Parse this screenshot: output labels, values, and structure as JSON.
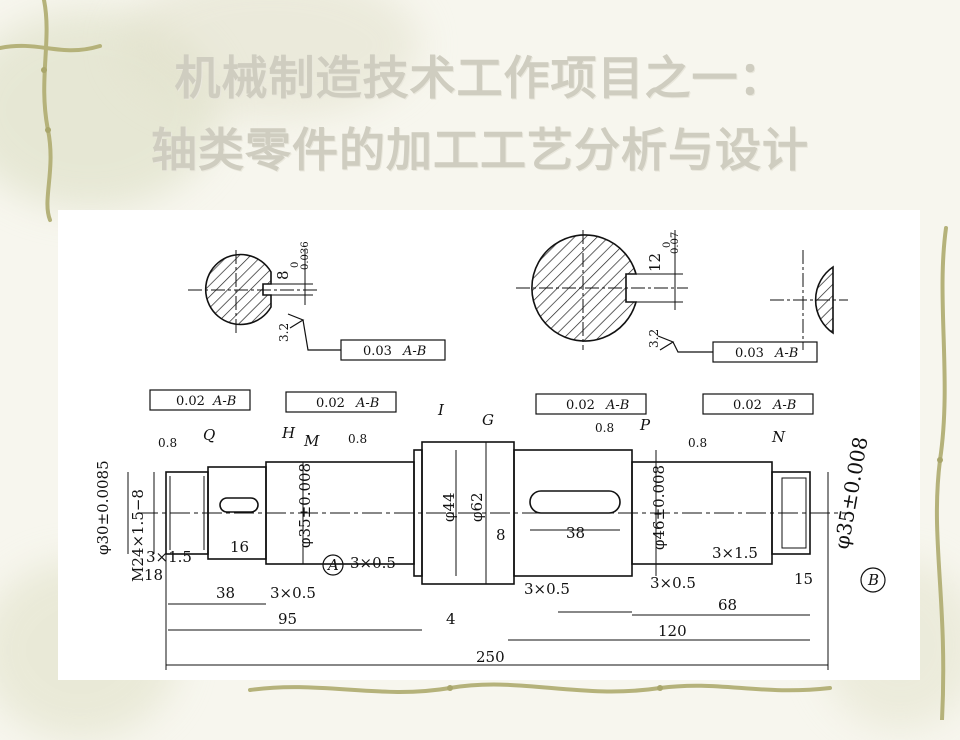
{
  "slide": {
    "title_line1": "机械制造技术工作项目之一：",
    "title_line2": "轴类零件的加工工艺分析与设计"
  },
  "drawing": {
    "section_left": {
      "dim": "8",
      "tol_upper": "0",
      "tol_lower": "0.036",
      "rough": "3.2"
    },
    "section_right": {
      "dim": "12",
      "tol_upper": "0",
      "tol_lower": "0.07",
      "rough": "3.2"
    },
    "fcf_symmetry_1": {
      "tol": "0.03",
      "datum": "A-B"
    },
    "fcf_symmetry_2": {
      "tol": "0.03",
      "datum": "A-B"
    },
    "fcf_runout_1": {
      "tol": "0.02",
      "datum": "A-B"
    },
    "fcf_runout_2": {
      "tol": "0.02",
      "datum": "A-B"
    },
    "fcf_runout_3": {
      "tol": "0.02",
      "datum": "A-B"
    },
    "fcf_runout_4": {
      "tol": "0.02",
      "datum": "A-B"
    },
    "labels": {
      "Q": "Q",
      "H": "H",
      "M": "M",
      "I": "I",
      "G": "G",
      "P": "P",
      "N": "N",
      "A": "A",
      "B": "B"
    },
    "roughness": "0.8",
    "diameters": {
      "d30": "φ30±0.0085",
      "thread": "M24×1.5−8",
      "d35": "φ35±0.008",
      "d44": "φ44",
      "d62": "φ62",
      "d46": "φ46±0.008",
      "d35r": "φ35±0.008"
    },
    "dims": {
      "key_len": "38",
      "gap8": "8",
      "g16": "16",
      "c3x1_5a": "3×1.5",
      "c3x1_5b": "3×1.5",
      "c3x0_5a": "3×0.5",
      "c3x0_5b": "3×0.5",
      "c3x0_5c": "3×0.5",
      "c3x0_5d": "3×0.5",
      "d18": "18",
      "d38": "38",
      "d95": "95",
      "d4": "4",
      "d68": "68",
      "d15": "15",
      "d120": "120",
      "d250": "250"
    }
  }
}
